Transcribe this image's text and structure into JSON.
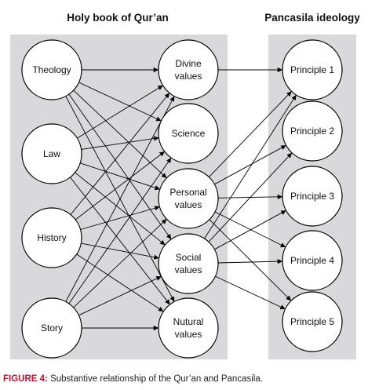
{
  "headings": {
    "left": "Holy book of Qur’an",
    "right": "Pancasila ideology"
  },
  "sources": [
    "Theology",
    "Law",
    "History",
    "Story"
  ],
  "values": [
    [
      "Divine",
      "values"
    ],
    [
      "Science"
    ],
    [
      "Personal",
      "values"
    ],
    [
      "Social",
      "values"
    ],
    [
      "Nutural",
      "values"
    ]
  ],
  "principles": [
    "Principle 1",
    "Principle 2",
    "Principle 3",
    "Principle 4",
    "Principle 5"
  ],
  "connections": {
    "source_to_value": "every source connects to every value",
    "value_to_principle": [
      [
        "Divine values",
        "Principle 1"
      ],
      [
        "Personal values",
        "Principle 1"
      ],
      [
        "Personal values",
        "Principle 2"
      ],
      [
        "Personal values",
        "Principle 3"
      ],
      [
        "Personal values",
        "Principle 4"
      ],
      [
        "Personal values",
        "Principle 5"
      ],
      [
        "Social values",
        "Principle 1"
      ],
      [
        "Social values",
        "Principle 2"
      ],
      [
        "Social values",
        "Principle 3"
      ],
      [
        "Social values",
        "Principle 4"
      ],
      [
        "Social values",
        "Principle 5"
      ]
    ]
  },
  "caption": {
    "label": "FIGURE 4:",
    "text": " Substantive relationship of the Qur’an and Pancasila."
  }
}
